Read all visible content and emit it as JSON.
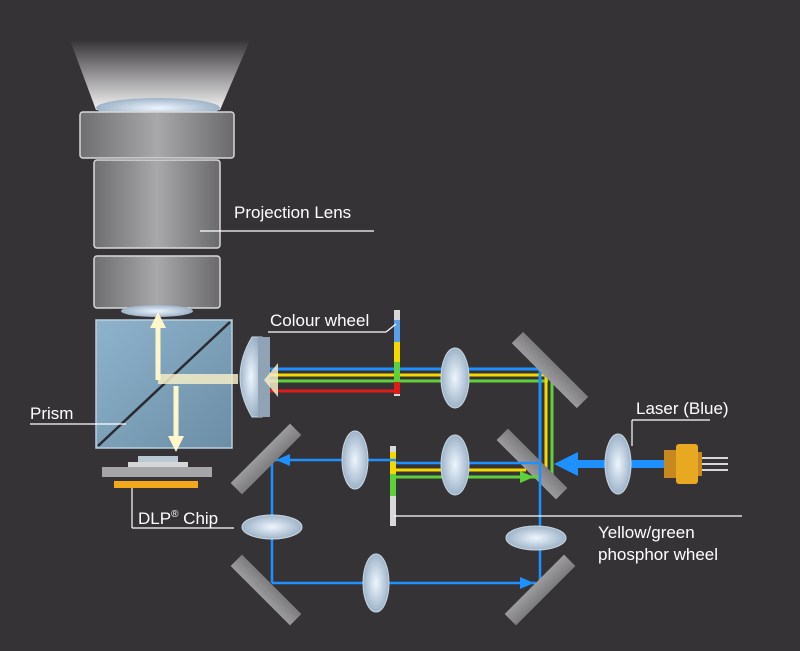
{
  "labels": {
    "projection_lens": "Projection Lens",
    "colour_wheel": "Colour wheel",
    "prism": "Prism",
    "laser": "Laser (Blue)",
    "dlp_chip": "DLP",
    "dlp_chip_mark": "®",
    "dlp_chip_suffix": " Chip",
    "phosphor_line1": "Yellow/green",
    "phosphor_line2": "phosphor wheel"
  },
  "colors": {
    "background": "#363337",
    "blue_beam": "#1e90ff",
    "yellow_beam": "#f5d800",
    "green_beam": "#5fd03a",
    "red_beam": "#e11a1a",
    "chip_orange": "#f4a81d"
  }
}
